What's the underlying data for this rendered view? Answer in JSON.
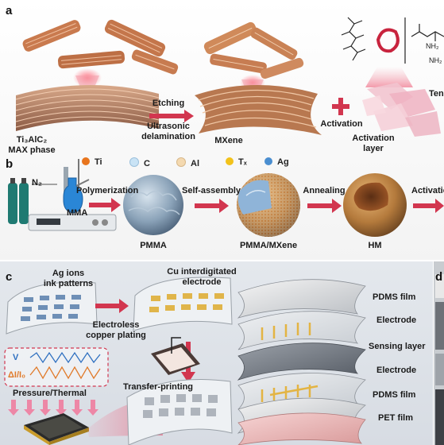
{
  "panels": {
    "a": "a",
    "b": "b",
    "c": "c",
    "d": "d"
  },
  "panel_a": {
    "max_phase_line1": "Ti₃AlC₂",
    "max_phase_line2": "MAX phase",
    "etching": "Etching",
    "ultrasonic_line1": "Ultrasonic",
    "ultrasonic_line2": "delamination",
    "mxene": "MXene",
    "activation": "Activation",
    "activation_layer_line1": "Activation",
    "activation_layer_line2": "layer",
    "truncated": "Ten",
    "nh2": "NH₂",
    "nh": "NH₂"
  },
  "panel_b": {
    "legend": [
      {
        "label": "Ti",
        "color": "#e8751e"
      },
      {
        "label": "C",
        "color": "#c9e3f5"
      },
      {
        "label": "Al",
        "color": "#f4d9b0"
      },
      {
        "label": "Tₓ",
        "color": "#f2c21b"
      },
      {
        "label": "Ag",
        "color": "#4a8ed0"
      }
    ],
    "n2": "N₂",
    "polymerization": "Polymerization",
    "mma": "MMA",
    "pmma": "PMMA",
    "self_assembly": "Self-assembly",
    "pmma_mxene": "PMMA/MXene",
    "annealing": "Annealing",
    "hm": "HM",
    "activation_truncated": "Activatio"
  },
  "panel_c": {
    "ag_ions_line1": "Ag ions",
    "ag_ions_line2": "ink patterns",
    "cu_line1": "Cu interdigitated",
    "cu_line2": "electrode",
    "electroless_line1": "Electroless",
    "electroless_line2": "copper plating",
    "v_label": "V",
    "di_label": "ΔI/I₀",
    "pressure_thermal": "Pressure/Thermal",
    "transfer_printing": "Transfer-printing",
    "layers": [
      "PDMS film",
      "Electrode",
      "Sensing layer",
      "Electrode",
      "PDMS film",
      "PET film"
    ]
  }
}
